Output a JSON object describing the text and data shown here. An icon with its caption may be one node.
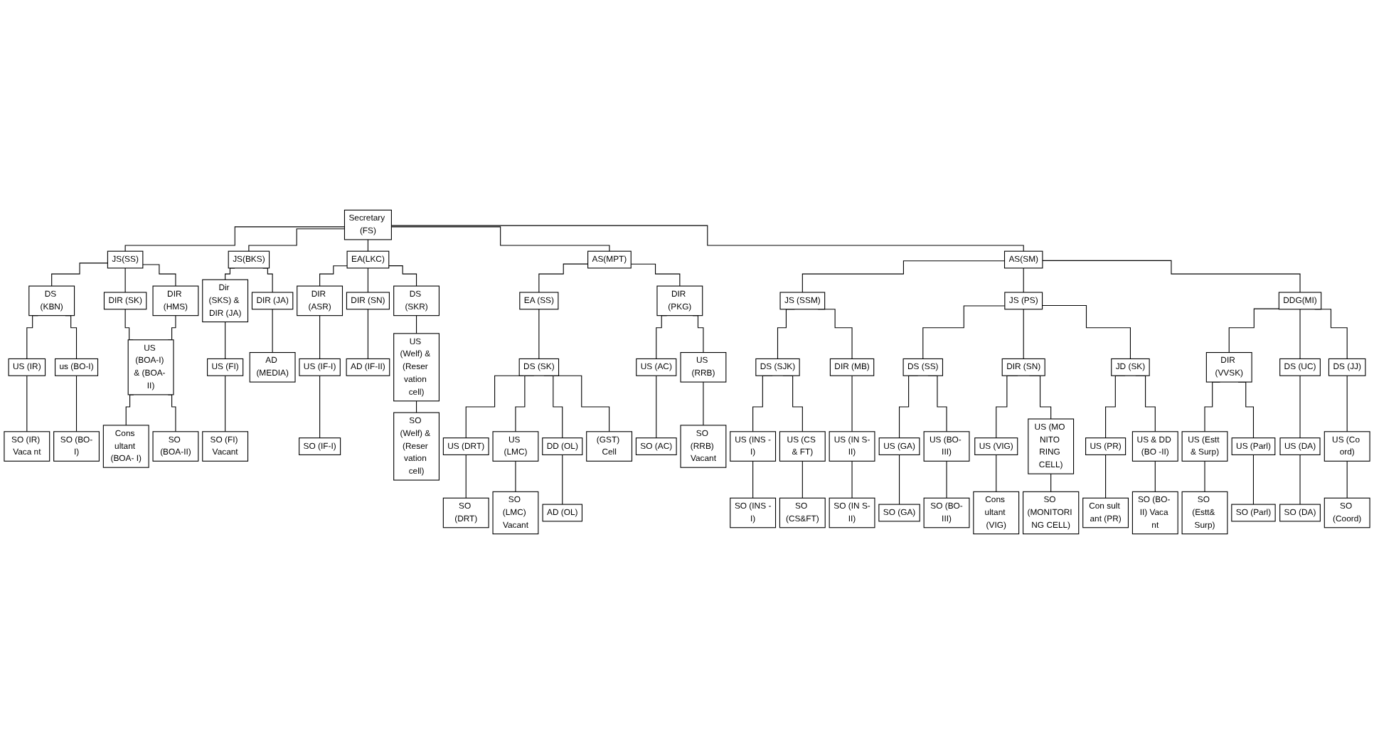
{
  "diagram": {
    "nodes": [
      {
        "text": [
          "Secretary (FS)"
        ]
      },
      {
        "text": [
          "JS(SS)"
        ]
      },
      {
        "text": [
          "JS(BKS)"
        ]
      },
      {
        "text": [
          "EA(LKC)"
        ]
      },
      {
        "text": [
          "AS(MPT)"
        ]
      },
      {
        "text": [
          "AS(SM)"
        ]
      },
      {
        "text": [
          "DS (KBN)"
        ]
      },
      {
        "text": [
          "DIR (SK)"
        ]
      },
      {
        "text": [
          "DIR (HMS)"
        ]
      },
      {
        "text": [
          "Dir (SKS) & DIR (JA)"
        ]
      },
      {
        "text": [
          "DIR (JA)"
        ]
      },
      {
        "text": [
          "DIR (SN)"
        ]
      },
      {
        "text": [
          "DS (SKR)"
        ]
      },
      {
        "text": [
          "EA (SS)"
        ]
      },
      {
        "text": [
          "DIR (PKG)"
        ]
      },
      {
        "text": [
          "JS (SSM)"
        ]
      },
      {
        "text": [
          "JS (PS)"
        ]
      },
      {
        "text": [
          "DDG(MI)"
        ]
      },
      {
        "text": [
          "DS (SK)"
        ]
      },
      {
        "text": [
          "DS (SJK)"
        ]
      },
      {
        "text": [
          "DIR (MB)"
        ]
      },
      {
        "text": [
          "DS (SS)"
        ]
      },
      {
        "text": [
          "DIR (SN)"
        ]
      },
      {
        "text": [
          "DIR (VVSK)"
        ]
      },
      {
        "text": [
          "DS (UC)"
        ]
      },
      {
        "text": [
          "DS (JJ)"
        ]
      },
      {
        "text": [
          "US (IR)"
        ]
      },
      {
        "text": [
          "DIR (ASR)"
        ]
      },
      {
        "text": [
          "US (Welf) & (Reser vation cell)"
        ]
      },
      {
        "text": [
          "US (BOA-I) & (BOA- II)"
        ]
      },
      {
        "text": [
          "US (FI)"
        ]
      },
      {
        "text": [
          "US (IF-I)"
        ]
      },
      {
        "text": [
          "US (LMC)"
        ]
      },
      {
        "text": [
          "US (RRB)"
        ]
      },
      {
        "text": [
          "US (CS & FT)"
        ]
      },
      {
        "text": [
          "US (GA)"
        ]
      },
      {
        "text": [
          "US (VIG)"
        ]
      },
      {
        "text": [
          "JD (SK)"
        ]
      },
      {
        "text": [
          "US (Estt & Surp)"
        ]
      },
      {
        "text": [
          "US (Co ord)"
        ]
      },
      {
        "text": [
          "us (BO-I)"
        ]
      },
      {
        "text": [
          "US (AC)"
        ]
      },
      {
        "text": [
          "US (INS -I)"
        ]
      },
      {
        "text": [
          "US (IN S-II)"
        ]
      },
      {
        "text": [
          "US (BO- III)"
        ]
      },
      {
        "text": [
          "US (PR)"
        ]
      },
      {
        "text": [
          "US (DA)"
        ]
      },
      {
        "text": [
          "AD (MEDIA)"
        ]
      },
      {
        "text": [
          "AD (IF-II)"
        ]
      },
      {
        "text": [
          "US (DRT)"
        ]
      },
      {
        "text": [
          "DD (OL)"
        ]
      },
      {
        "text": [
          "US (MO NITO RING CELL)"
        ]
      },
      {
        "text": [
          "US & DD (BO -II)"
        ]
      },
      {
        "text": [
          "US (Parl)"
        ]
      },
      {
        "text": [
          "SO (IR) Vaca nt"
        ]
      },
      {
        "text": [
          "Cons ultant (BOA- I)"
        ]
      },
      {
        "text": [
          "SO (FI) Vacant"
        ]
      },
      {
        "text": [
          "SO (IF-I)"
        ]
      },
      {
        "text": [
          "SO (DRT)"
        ]
      },
      {
        "text": [
          "AD (OL)"
        ]
      },
      {
        "text": [
          "SO (AC)"
        ]
      },
      {
        "text": [
          "SO (INS -I)"
        ]
      },
      {
        "text": [
          "SO (GA)"
        ]
      },
      {
        "text": [
          "SO (BO-III)"
        ]
      },
      {
        "text": [
          "Con sult ant (PR)"
        ]
      },
      {
        "text": [
          "SO (BO- II) Vaca nt"
        ]
      },
      {
        "text": [
          "SO (DA)"
        ]
      },
      {
        "text": [
          "SO (Parl)"
        ]
      },
      {
        "text": [
          "SO (BO-I)"
        ]
      },
      {
        "text": [
          "SO (BOA-II)"
        ]
      },
      {
        "text": [
          "SO (Welf) & (Reser vation cell)"
        ]
      },
      {
        "text": [
          "SO (LMC) Vacant"
        ]
      },
      {
        "text": [
          "(GST) Cell"
        ]
      },
      {
        "text": [
          "SO (RRB) Vacant"
        ]
      },
      {
        "text": [
          "SO (IN S-II)"
        ]
      },
      {
        "text": [
          "SO (Coord)"
        ]
      },
      {
        "text": [
          "SO (CS&FT)"
        ]
      },
      {
        "text": [
          "Cons ultant (VIG)"
        ]
      },
      {
        "text": [
          "SO (MONITORI NG CELL)"
        ]
      },
      {
        "text": [
          "SO (Estt& Surp)"
        ]
      }
    ],
    "edges": [
      {
        "from": 0,
        "to": 1,
        "arrow": "none"
      },
      {
        "from": 0,
        "to": 2,
        "arrow": "none"
      },
      {
        "from": 0,
        "to": 3,
        "arrow": "none"
      },
      {
        "from": 0,
        "to": 4,
        "arrow": "none"
      },
      {
        "from": 0,
        "to": 5,
        "arrow": "none"
      },
      {
        "from": 1,
        "to": 6,
        "arrow": "none"
      },
      {
        "from": 1,
        "to": 7,
        "arrow": "none"
      },
      {
        "from": 1,
        "to": 8,
        "arrow": "none"
      },
      {
        "from": 6,
        "to": 26,
        "arrow": "none"
      },
      {
        "from": 6,
        "to": 40,
        "arrow": "none"
      },
      {
        "from": 7,
        "to": 29,
        "arrow": "none"
      },
      {
        "from": 8,
        "to": 29,
        "arrow": "none"
      },
      {
        "from": 26,
        "to": 54,
        "arrow": "none"
      },
      {
        "from": 40,
        "to": 68,
        "arrow": "none"
      },
      {
        "from": 29,
        "to": 55,
        "arrow": "none"
      },
      {
        "from": 29,
        "to": 69,
        "arrow": "none"
      },
      {
        "from": 2,
        "to": 9,
        "arrow": "none"
      },
      {
        "from": 2,
        "to": 10,
        "arrow": "none"
      },
      {
        "from": 9,
        "to": 30,
        "arrow": "none"
      },
      {
        "from": 30,
        "to": 56,
        "arrow": "none"
      },
      {
        "from": 10,
        "to": 47,
        "arrow": "none"
      },
      {
        "from": 3,
        "to": 27,
        "arrow": "none"
      },
      {
        "from": 3,
        "to": 11,
        "arrow": "none"
      },
      {
        "from": 3,
        "to": 12,
        "arrow": "none"
      },
      {
        "from": 27,
        "to": 31,
        "arrow": "none"
      },
      {
        "from": 31,
        "to": 57,
        "arrow": "none"
      },
      {
        "from": 11,
        "to": 48,
        "arrow": "none"
      },
      {
        "from": 12,
        "to": 28,
        "arrow": "none"
      },
      {
        "from": 28,
        "to": 70,
        "arrow": "none"
      },
      {
        "from": 4,
        "to": 13,
        "arrow": "none"
      },
      {
        "from": 4,
        "to": 14,
        "arrow": "none"
      },
      {
        "from": 13,
        "to": 18,
        "arrow": "none"
      },
      {
        "from": 18,
        "to": 49,
        "arrow": "none"
      },
      {
        "from": 18,
        "to": 32,
        "arrow": "none"
      },
      {
        "from": 18,
        "to": 50,
        "arrow": "none"
      },
      {
        "from": 18,
        "to": 72,
        "arrow": "none"
      },
      {
        "from": 49,
        "to": 58,
        "arrow": "none"
      },
      {
        "from": 32,
        "to": 71,
        "arrow": "none"
      },
      {
        "from": 50,
        "to": 59,
        "arrow": "none"
      },
      {
        "from": 14,
        "to": 41,
        "arrow": "none"
      },
      {
        "from": 14,
        "to": 33,
        "arrow": "none"
      },
      {
        "from": 41,
        "to": 60,
        "arrow": "none"
      },
      {
        "from": 33,
        "to": 73,
        "arrow": "none"
      },
      {
        "from": 5,
        "to": 15,
        "arrow": "none"
      },
      {
        "from": 5,
        "to": 16,
        "arrow": "none"
      },
      {
        "from": 5,
        "to": 17,
        "arrow": "none"
      },
      {
        "from": 15,
        "to": 19,
        "arrow": "none"
      },
      {
        "from": 15,
        "to": 20,
        "arrow": "none"
      },
      {
        "from": 19,
        "to": 42,
        "arrow": "none"
      },
      {
        "from": 19,
        "to": 34,
        "arrow": "none"
      },
      {
        "from": 42,
        "to": 61,
        "arrow": "none"
      },
      {
        "from": 34,
        "to": 76,
        "arrow": "none"
      },
      {
        "from": 20,
        "to": 43,
        "arrow": "none"
      },
      {
        "from": 43,
        "to": 74,
        "arrow": "none"
      },
      {
        "from": 16,
        "to": 21,
        "arrow": "none"
      },
      {
        "from": 16,
        "to": 22,
        "arrow": "none"
      },
      {
        "from": 16,
        "to": 37,
        "arrow": "none"
      },
      {
        "from": 21,
        "to": 35,
        "arrow": "none"
      },
      {
        "from": 21,
        "to": 44,
        "arrow": "none"
      },
      {
        "from": 35,
        "to": 62,
        "arrow": "none"
      },
      {
        "from": 44,
        "to": 63,
        "arrow": "none"
      },
      {
        "from": 22,
        "to": 36,
        "arrow": "none"
      },
      {
        "from": 22,
        "to": 51,
        "arrow": "none"
      },
      {
        "from": 36,
        "to": 77,
        "arrow": "none"
      },
      {
        "from": 51,
        "to": 78,
        "arrow": "none"
      },
      {
        "from": 37,
        "to": 45,
        "arrow": "none"
      },
      {
        "from": 37,
        "to": 52,
        "arrow": "none"
      },
      {
        "from": 45,
        "to": 64,
        "arrow": "none"
      },
      {
        "from": 52,
        "to": 65,
        "arrow": "none"
      },
      {
        "from": 17,
        "to": 23,
        "arrow": "none"
      },
      {
        "from": 17,
        "to": 24,
        "arrow": "none"
      },
      {
        "from": 17,
        "to": 25,
        "arrow": "none"
      },
      {
        "from": 23,
        "to": 38,
        "arrow": "none"
      },
      {
        "from": 23,
        "to": 53,
        "arrow": "none"
      },
      {
        "from": 38,
        "to": 79,
        "arrow": "none"
      },
      {
        "from": 53,
        "to": 67,
        "arrow": "none"
      },
      {
        "from": 24,
        "to": 46,
        "arrow": "none"
      },
      {
        "from": 46,
        "to": 66,
        "arrow": "none"
      },
      {
        "from": 25,
        "to": 39,
        "arrow": "none"
      },
      {
        "from": 39,
        "to": 75,
        "arrow": "none"
      }
    ]
  }
}
